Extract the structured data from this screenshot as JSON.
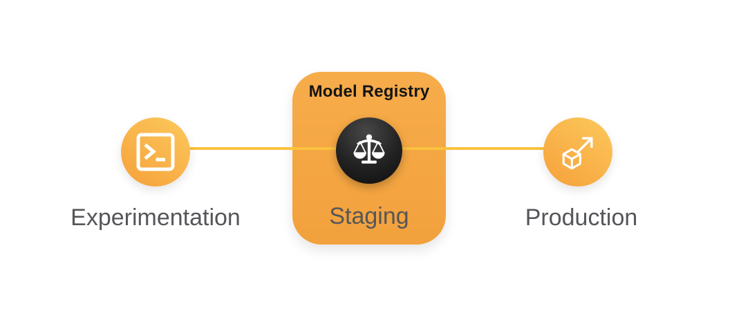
{
  "diagram": {
    "registry": {
      "title": "Model Registry"
    },
    "stages": [
      {
        "id": "experimentation",
        "label": "Experimentation",
        "icon": "terminal-icon"
      },
      {
        "id": "staging",
        "label": "Staging",
        "icon": "scales-icon"
      },
      {
        "id": "production",
        "label": "Production",
        "icon": "deploy-cube-icon"
      }
    ],
    "colors": {
      "node_gradient_start": "#FCC95C",
      "node_gradient_end": "#F6A03A",
      "card_orange": "#F6A843",
      "connector_gold": "#FBC23E",
      "badge_dark": "#1A1A1A",
      "label_gray": "#55565A",
      "title_black": "#141414",
      "background": "#FFFFFF"
    }
  }
}
